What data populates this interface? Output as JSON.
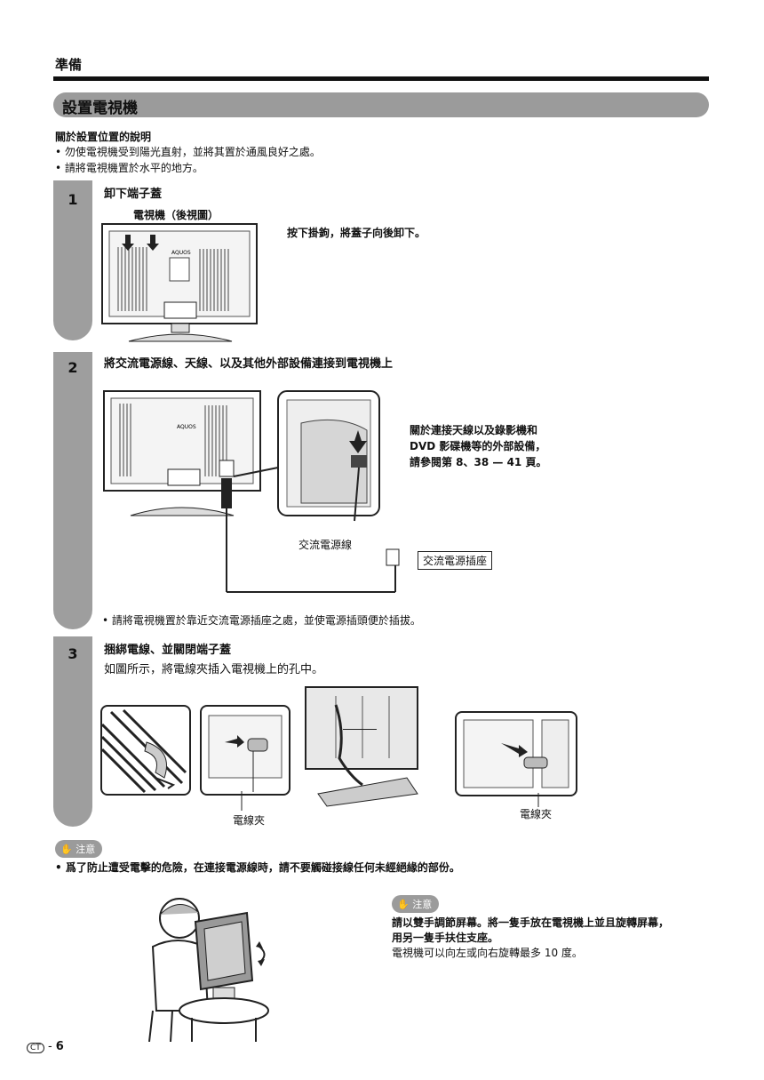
{
  "header": {
    "section": "準備"
  },
  "title": "設置電視機",
  "placement": {
    "heading": "關於設置位置的說明",
    "bullets": [
      "• 勿使電視機受到陽光直射，並將其置於通風良好之處。",
      "• 請將電視機置於水平的地方。"
    ]
  },
  "step1": {
    "number": "1",
    "title": "卸下端子蓋",
    "figure_caption": "電視機（後視圖）",
    "instruction": "按下掛鉤，將蓋子向後卸下。",
    "tv_logo": "AQUOS"
  },
  "step2": {
    "number": "2",
    "title": "將交流電源線、天線、以及其他外部設備連接到電視機上",
    "reference": [
      "關於連接天線以及錄影機和",
      "DVD 影碟機等的外部設備，",
      "請參閱第 8、38 — 41 頁。"
    ],
    "cord_label": "交流電源線",
    "outlet_label": "交流電源插座",
    "note": "• 請將電視機置於靠近交流電源插座之處，並使電源插頭便於插拔。",
    "tv_logo": "AQUOS"
  },
  "step3": {
    "number": "3",
    "title": "捆綁電線、並關閉端子蓋",
    "instruction": "如圖所示，將電線夾插入電視機上的孔中。",
    "clamp_label_left": "電線夾",
    "clamp_label_right": "電線夾"
  },
  "caution1": {
    "badge": "注意",
    "text": "• 爲了防止遭受電擊的危險，在連接電源線時，請不要觸碰接線任何未經絕緣的部份。"
  },
  "caution2": {
    "badge": "注意",
    "bold_lines": [
      "請以雙手調節屏幕。將一隻手放在電視機上並且旋轉屏幕，",
      "用另一隻手扶住支座。"
    ],
    "normal_line": "電視機可以向左或向右旋轉最多 10 度。"
  },
  "footer": {
    "prefix": "CT",
    "page": "6"
  }
}
